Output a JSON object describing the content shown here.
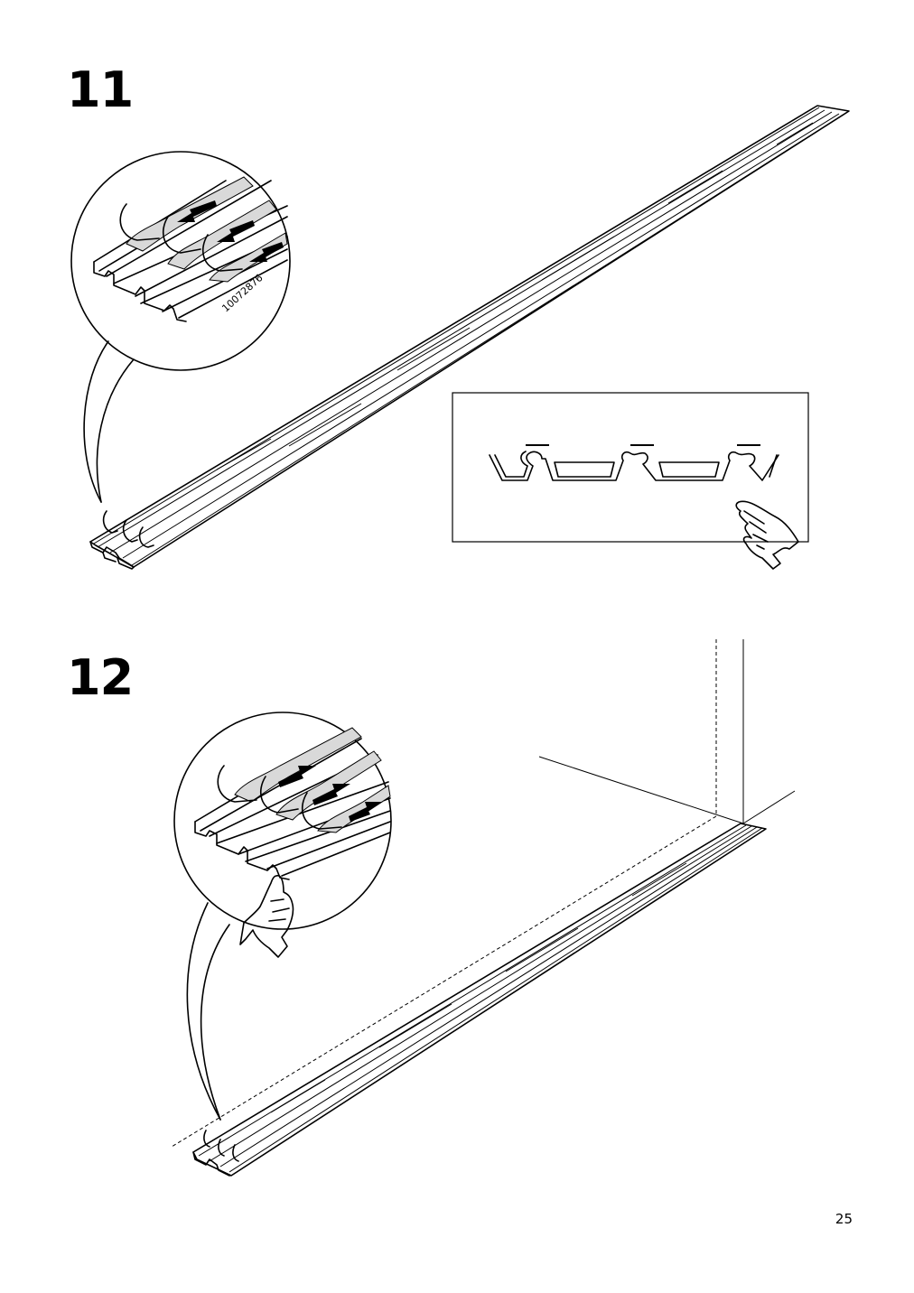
{
  "page": {
    "number": "25"
  },
  "steps": [
    {
      "number": "11",
      "detail": {
        "part_code": "10072876",
        "tape_direction": "peel-left"
      },
      "inset": {
        "content": "rail-cross-section",
        "hand": "press"
      }
    },
    {
      "number": "12",
      "detail": {
        "tape_direction": "peel-right"
      },
      "hand": "press"
    }
  ],
  "colors": {
    "ink": "#000000",
    "tape": "#d9d9d9",
    "background": "#ffffff"
  }
}
